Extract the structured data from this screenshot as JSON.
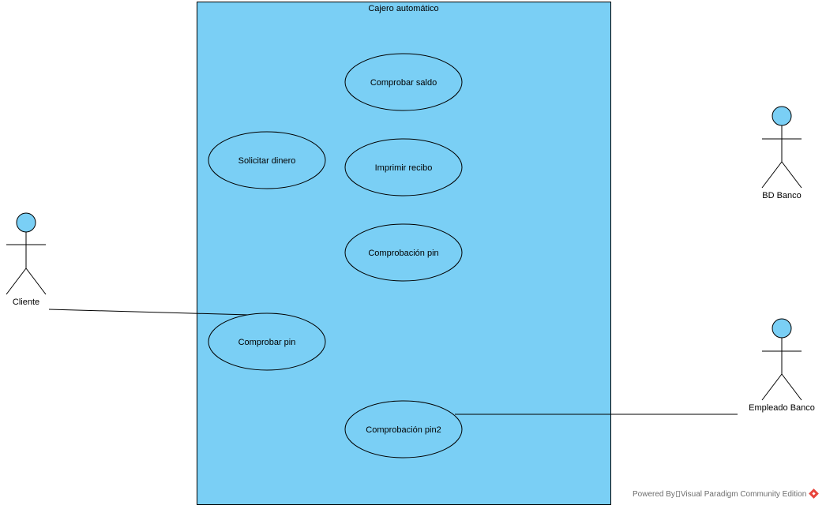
{
  "system": {
    "title": "Cajero automático"
  },
  "use_cases": {
    "comprobar_saldo": "Comprobar saldo",
    "solicitar_dinero": "Solicitar dinero",
    "imprimir_recibo": "Imprimir recibo",
    "comprobacion_pin": "Comprobación pin",
    "comprobar_pin": "Comprobar pin",
    "comprobacion_pin2": "Comprobación pin2"
  },
  "actors": {
    "cliente": "Cliente",
    "bd_banco": "BD Banco",
    "empleado_banco": "Empleado Banco"
  },
  "associations": [
    {
      "from": "Cliente",
      "to": "Comprobar pin"
    },
    {
      "from": "Empleado Banco",
      "to": "Comprobación pin2"
    }
  ],
  "footer": {
    "powered_by": "Powered By",
    "product": "Visual Paradigm Community Edition"
  },
  "colors": {
    "fill": "#7ACFF5",
    "stroke": "#000000",
    "footer_text": "#6D6D6D",
    "logo": "#E8453C"
  }
}
